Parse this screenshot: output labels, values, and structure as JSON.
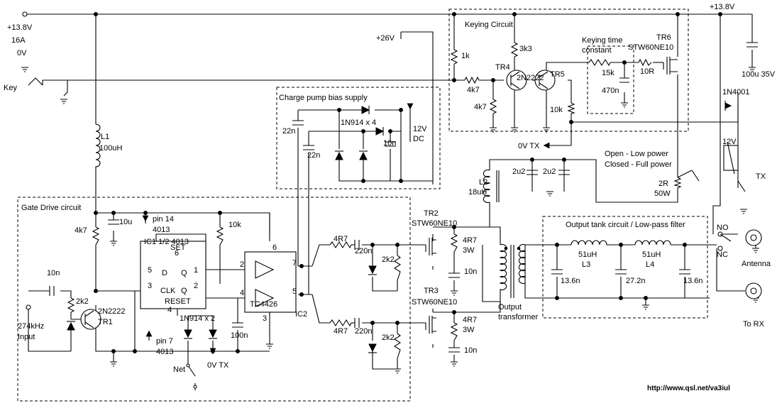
{
  "supply": {
    "left_v": "+13.8V",
    "left_a": "16A",
    "left_0v": "0V",
    "right_v": "+13.8V",
    "v26": "+26V"
  },
  "key": {
    "label": "Key"
  },
  "keying": {
    "title": "Keying Circuit",
    "r1k": "1k",
    "r3k3": "3k3",
    "r4k7a": "4k7",
    "r4k7b": "4k7",
    "r10k": "10k",
    "tr4": "TR4",
    "tr4_part": "2N2222",
    "tr5": "TR5",
    "kt_title_1": "Keying time",
    "kt_title_2": "constant",
    "r15k": "15k",
    "c470n": "470n",
    "r10r": "10R",
    "tr6": "TR6",
    "tr6_part": "STW60NE10",
    "c100u": "100u 35V",
    "d1n4001": "1N4001",
    "relay": "12V",
    "tx": "TX",
    "zerov_tx": "0V TX"
  },
  "power_switch": {
    "open": "Open - Low power",
    "closed": "Closed - Full power",
    "r2r": "2R",
    "r2r_w": "50W"
  },
  "charge_pump": {
    "title": "Charge pump bias supply",
    "d1n914": "1N914 x 4",
    "c22n_a": "22n",
    "c22n_b": "22n",
    "c10n": "10n",
    "v12": "12V",
    "dc": "DC"
  },
  "gate_drive": {
    "title": "Gate Drive circuit",
    "l1": "L1",
    "l1_val": "100uH",
    "r4k7": "4k7",
    "c10u": "10u",
    "pin14": "pin 14",
    "pin14_ic": "4013",
    "ic1": "IC1 1/2 4013",
    "set": "SET",
    "set_pin": "6",
    "d": "D",
    "d_pin": "5",
    "q": "Q",
    "q_pin": "1",
    "clk": "CLK",
    "clk_pin": "3",
    "qb": "Q",
    "qb_pin": "2",
    "reset": "RESET",
    "reset_pin": "4",
    "d1n914x2": "1N914 x 2",
    "r10k": "10k",
    "c10n": "10n",
    "r2k2": "2k2",
    "tr1_part": "2N2222",
    "tr1": "TR1",
    "input_1": "274kHz",
    "input_2": "Input",
    "pin7": "pin 7",
    "pin7_ic": "4013",
    "net": "Net",
    "zerov_tx": "0V TX",
    "c100n": "100n",
    "ic2_part": "TC4426",
    "ic2": "IC2",
    "ic2_pin6": "6",
    "ic2_pin2": "2",
    "ic2_pin7": "7",
    "ic2_pin4": "4",
    "ic2_pin5": "5",
    "ic2_pin3": "3"
  },
  "pa": {
    "r4r7_a": "4R7",
    "c220n_a": "220n",
    "r2k2_a": "2k2",
    "tr2": "TR2",
    "tr2_part": "STW60NE10",
    "r4r7_a2": "4R7",
    "w3_a": "3W",
    "c10n_a": "10n",
    "r4r7_b": "4R7",
    "c220n_b": "220n",
    "r2k2_b": "2k2",
    "tr3": "TR3",
    "tr3_part": "STW60NE10",
    "r4r7_b2": "4R7",
    "w3_b": "3W",
    "c10n_b": "10n",
    "l2": "L2",
    "l2_val": "18uH",
    "c2u2_a": "2u2",
    "c2u2_b": "2u2",
    "out_tf_1": "Output",
    "out_tf_2": "transformer"
  },
  "filter": {
    "title": "Output tank circuit / Low-pass filter",
    "l3_val": "51uH",
    "l3": "L3",
    "l4_val": "51uH",
    "l4": "L4",
    "c13_6n_a": "13.6n",
    "c27_2n": "27.2n",
    "c13_6n_b": "13.6n",
    "no": "NO",
    "nc": "NC",
    "antenna": "Antenna",
    "to_rx": "To RX"
  },
  "credit": {
    "url": "http://www.qsl.net/va3iul"
  }
}
